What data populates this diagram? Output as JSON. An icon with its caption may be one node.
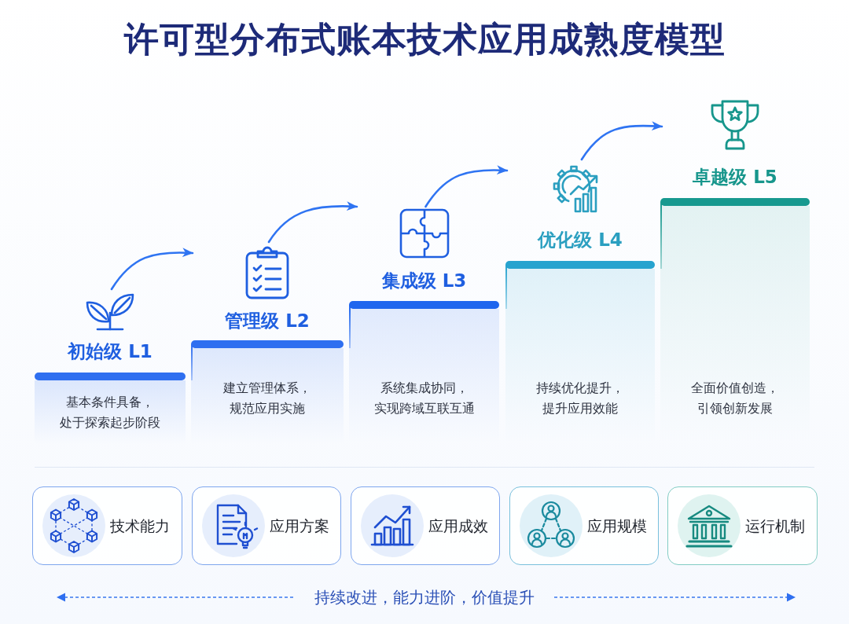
{
  "diagram": {
    "title": "许可型分布式账本技术应用成熟度模型",
    "nodes": [
      {
        "text": [
          "初始级 L1",
          "基本条件具备，处于探索起步阶段"
        ]
      },
      {
        "text": [
          "管理级 L2",
          "建立管理体系，规范应用实施"
        ]
      },
      {
        "text": [
          "集成级 L3",
          "系统集成协同，实现跨域互联互通"
        ]
      },
      {
        "text": [
          "优化级 L4",
          "持续优化提升，提升应用效能"
        ]
      },
      {
        "text": [
          "卓越级 L5",
          "全面价值创造，引领创新发展"
        ]
      },
      {
        "text": [
          "技术能力"
        ]
      },
      {
        "text": [
          "应用方案"
        ]
      },
      {
        "text": [
          "应用成效"
        ]
      },
      {
        "text": [
          "应用规模"
        ]
      },
      {
        "text": [
          "运行机制"
        ]
      }
    ],
    "edges": [
      {
        "from": 0,
        "to": 1,
        "arrow": "to"
      },
      {
        "from": 1,
        "to": 2,
        "arrow": "to"
      },
      {
        "from": 2,
        "to": 3,
        "arrow": "to"
      },
      {
        "from": 3,
        "to": 4,
        "arrow": "to"
      }
    ],
    "labels": [
      "持续改进，能力进阶，价值提升"
    ]
  }
}
